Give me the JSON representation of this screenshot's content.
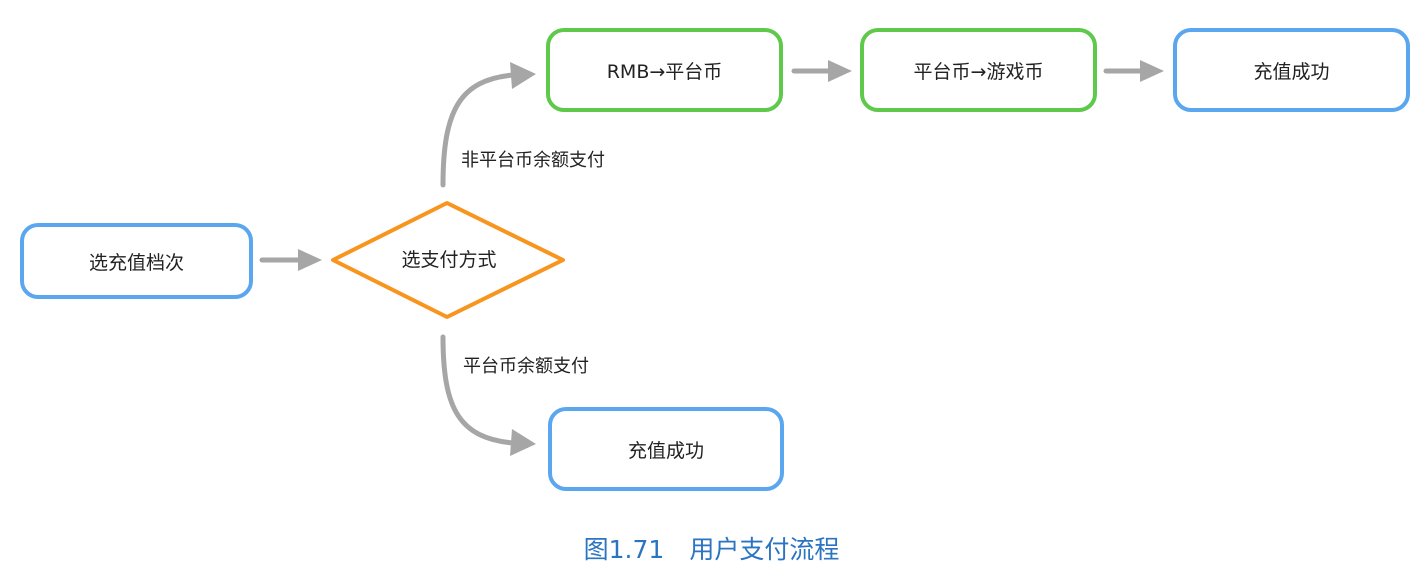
{
  "nodes": {
    "select_tier": "选充值档次",
    "select_payment": "选支付方式",
    "rmb_to_platform": "RMB→平台币",
    "platform_to_game": "平台币→游戏币",
    "success_top": "充值成功",
    "success_bottom": "充值成功"
  },
  "edges": {
    "non_platform_balance": "非平台币余额支付",
    "platform_balance": "平台币余额支付"
  },
  "caption": "图1.71　用户支付流程",
  "colors": {
    "blue_border": "#5aa7f0",
    "green_border": "#5ec94a",
    "orange_border": "#f7951f",
    "arrow": "#a6a6a6",
    "caption": "#2a74c2"
  }
}
